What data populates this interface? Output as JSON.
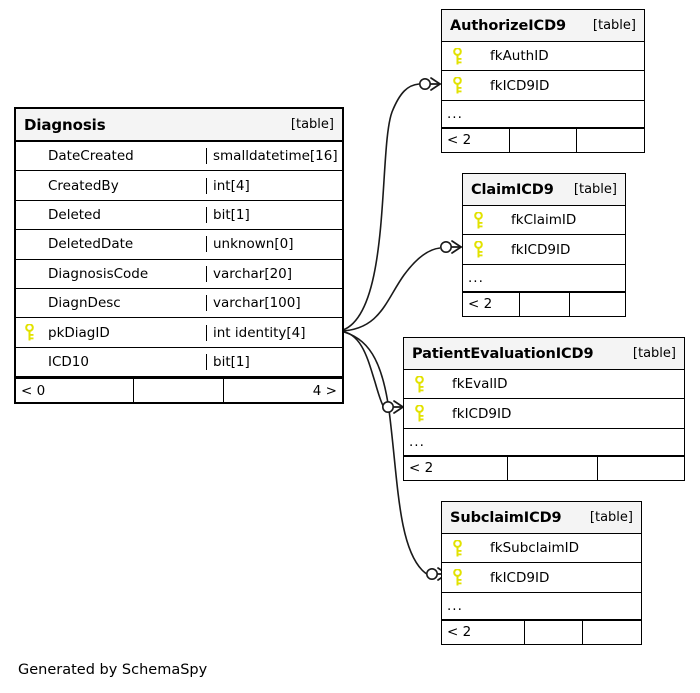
{
  "diagram": {
    "credit": "Generated by SchemaSpy",
    "kind_label": "[table]",
    "ellipsis": "...",
    "key_icon": "primary-key-icon",
    "colors": {
      "key": "#e8e800",
      "header_bg": "#f4f4f4",
      "border": "#000000",
      "background": "#ffffff",
      "text": "#000000"
    }
  },
  "main_table": {
    "name": "Diagnosis",
    "kind": "[table]",
    "columns": [
      {
        "key": false,
        "name": "DateCreated",
        "type": "smalldatetime[16]"
      },
      {
        "key": false,
        "name": "CreatedBy",
        "type": "int[4]"
      },
      {
        "key": false,
        "name": "Deleted",
        "type": "bit[1]"
      },
      {
        "key": false,
        "name": "DeletedDate",
        "type": "unknown[0]"
      },
      {
        "key": false,
        "name": "DiagnosisCode",
        "type": "varchar[20]"
      },
      {
        "key": false,
        "name": "DiagnDesc",
        "type": "varchar[100]"
      },
      {
        "key": true,
        "name": "pkDiagID",
        "type": "int identity[4]"
      },
      {
        "key": false,
        "name": "ICD10",
        "type": "bit[1]"
      }
    ],
    "footer": {
      "left": "< 0",
      "middle": "",
      "right": "4 >"
    }
  },
  "related_tables": [
    {
      "name": "AuthorizeICD9",
      "kind": "[table]",
      "columns": [
        {
          "key": true,
          "name": "fkAuthID"
        },
        {
          "key": true,
          "name": "fkICD9ID"
        }
      ],
      "ellipsis": "...",
      "footer": {
        "left": "< 2",
        "middle": "",
        "right": ""
      }
    },
    {
      "name": "ClaimICD9",
      "kind": "[table]",
      "columns": [
        {
          "key": true,
          "name": "fkClaimID"
        },
        {
          "key": true,
          "name": "fkICD9ID"
        }
      ],
      "ellipsis": "...",
      "footer": {
        "left": "< 2",
        "middle": "",
        "right": ""
      }
    },
    {
      "name": "PatientEvaluationICD9",
      "kind": "[table]",
      "columns": [
        {
          "key": true,
          "name": "fkEvalID"
        },
        {
          "key": true,
          "name": "fkICD9ID"
        }
      ],
      "ellipsis": "...",
      "footer": {
        "left": "< 2",
        "middle": "",
        "right": ""
      }
    },
    {
      "name": "SubclaimICD9",
      "kind": "[table]",
      "columns": [
        {
          "key": true,
          "name": "fkSubclaimID"
        },
        {
          "key": true,
          "name": "fkICD9ID"
        }
      ],
      "ellipsis": "...",
      "footer": {
        "left": "< 2",
        "middle": "",
        "right": ""
      }
    }
  ],
  "relationships": [
    {
      "from": "Diagnosis.pkDiagID",
      "to": "AuthorizeICD9.fkICD9ID",
      "cardinality": "zero-or-many"
    },
    {
      "from": "Diagnosis.pkDiagID",
      "to": "ClaimICD9.fkICD9ID",
      "cardinality": "zero-or-many"
    },
    {
      "from": "Diagnosis.pkDiagID",
      "to": "PatientEvaluationICD9.fkICD9ID",
      "cardinality": "zero-or-many"
    },
    {
      "from": "Diagnosis.pkDiagID",
      "to": "SubclaimICD9.fkICD9ID",
      "cardinality": "zero-or-many"
    }
  ]
}
